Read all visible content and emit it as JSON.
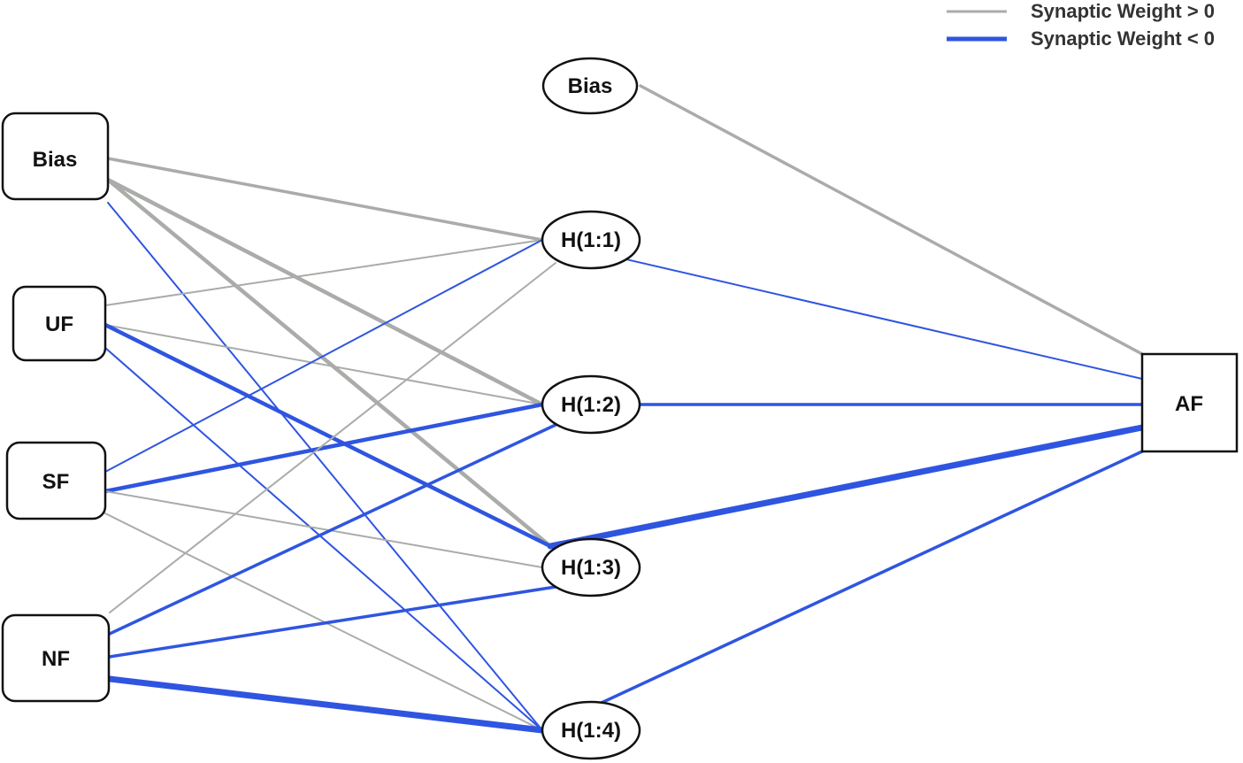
{
  "legend": {
    "positive_label": "Synaptic Weight > 0",
    "negative_label": "Synaptic Weight < 0",
    "positive_color": "#a9aca8",
    "negative_color": "#2f55e0"
  },
  "nodes": {
    "input_bias": "Bias",
    "uf": "UF",
    "sf": "SF",
    "nf": "NF",
    "hidden_bias": "Bias",
    "h11": "H(1:1)",
    "h12": "H(1:2)",
    "h13": "H(1:3)",
    "h14": "H(1:4)",
    "af": "AF"
  },
  "connections": [
    {
      "from": "input_bias",
      "to": "h11",
      "sign": "positive",
      "strength": "medium"
    },
    {
      "from": "input_bias",
      "to": "h12",
      "sign": "positive",
      "strength": "strong"
    },
    {
      "from": "input_bias",
      "to": "h13",
      "sign": "positive",
      "strength": "strong"
    },
    {
      "from": "input_bias",
      "to": "h14",
      "sign": "negative",
      "strength": "weak"
    },
    {
      "from": "uf",
      "to": "h11",
      "sign": "positive",
      "strength": "weak"
    },
    {
      "from": "uf",
      "to": "h12",
      "sign": "positive",
      "strength": "weak"
    },
    {
      "from": "uf",
      "to": "h13",
      "sign": "negative",
      "strength": "strong"
    },
    {
      "from": "uf",
      "to": "h14",
      "sign": "negative",
      "strength": "weak"
    },
    {
      "from": "sf",
      "to": "h11",
      "sign": "negative",
      "strength": "weak"
    },
    {
      "from": "sf",
      "to": "h12",
      "sign": "negative",
      "strength": "strong"
    },
    {
      "from": "sf",
      "to": "h13",
      "sign": "positive",
      "strength": "weak"
    },
    {
      "from": "sf",
      "to": "h14",
      "sign": "positive",
      "strength": "weak"
    },
    {
      "from": "nf",
      "to": "h11",
      "sign": "positive",
      "strength": "weak"
    },
    {
      "from": "nf",
      "to": "h12",
      "sign": "negative",
      "strength": "medium"
    },
    {
      "from": "nf",
      "to": "h13",
      "sign": "negative",
      "strength": "medium"
    },
    {
      "from": "nf",
      "to": "h14",
      "sign": "negative",
      "strength": "very-strong"
    },
    {
      "from": "hidden_bias",
      "to": "af",
      "sign": "positive",
      "strength": "medium"
    },
    {
      "from": "h11",
      "to": "af",
      "sign": "negative",
      "strength": "weak"
    },
    {
      "from": "h12",
      "to": "af",
      "sign": "negative",
      "strength": "medium"
    },
    {
      "from": "h13",
      "to": "af",
      "sign": "negative",
      "strength": "very-strong"
    },
    {
      "from": "h14",
      "to": "af",
      "sign": "negative",
      "strength": "medium"
    }
  ]
}
